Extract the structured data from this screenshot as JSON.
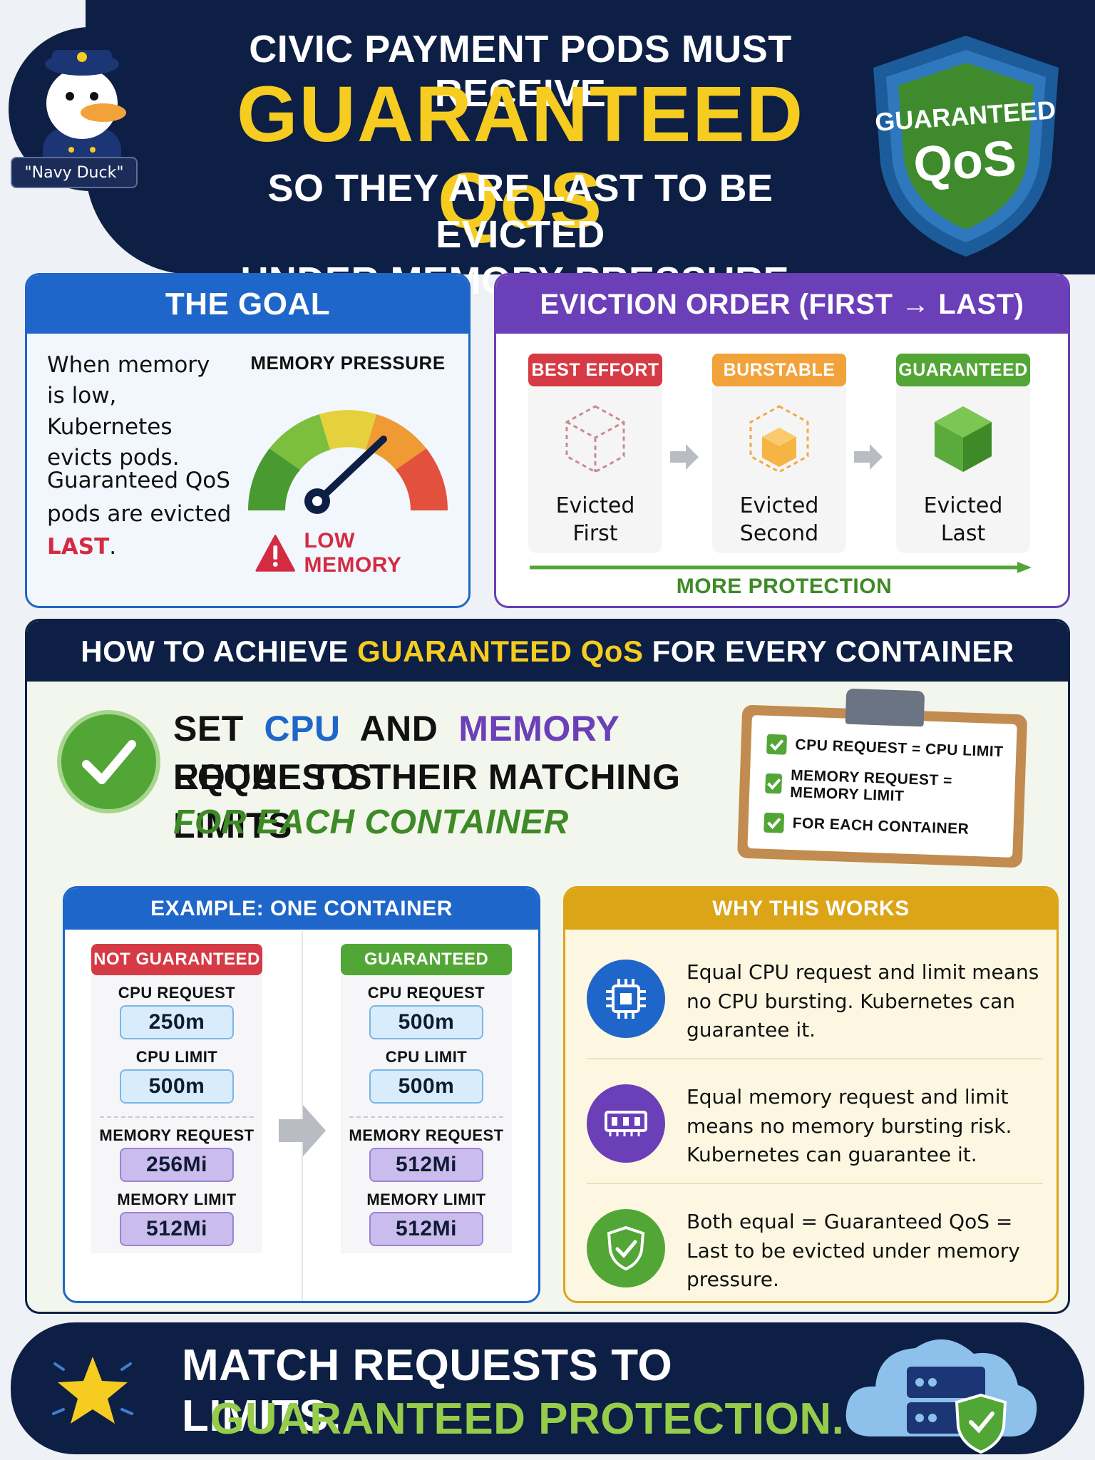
{
  "header": {
    "mascot_label": "\"Navy Duck\"",
    "title_line1": "CIVIC PAYMENT PODS MUST RECEIVE",
    "title_line2": "GUARANTEED QoS",
    "title_line3": "SO THEY ARE LAST TO BE EVICTED",
    "title_line4": "UNDER MEMORY PRESSURE.",
    "shield_line1": "GUARANTEED",
    "shield_line2": "QoS"
  },
  "goal": {
    "title": "THE GOAL",
    "text1": "When memory is low, Kubernetes evicts pods.",
    "text2_prefix": "Guaranteed QoS pods are evicted ",
    "text2_emph": "LAST",
    "text2_suffix": ".",
    "gauge_title": "MEMORY PRESSURE",
    "alert": "LOW MEMORY"
  },
  "eviction": {
    "title": "EVICTION ORDER (FIRST → LAST)",
    "columns": [
      {
        "badge": "BEST EFFORT",
        "label1": "Evicted",
        "label2": "First",
        "color": "#d63a45"
      },
      {
        "badge": "BURSTABLE",
        "label1": "Evicted",
        "label2": "Second",
        "color": "#f2a23a"
      },
      {
        "badge": "GUARANTEED",
        "label1": "Evicted",
        "label2": "Last",
        "color": "#52a636"
      }
    ],
    "protection": "MORE PROTECTION"
  },
  "howto": {
    "title_prefix": "HOW TO ACHIEVE ",
    "title_emph": "GUARANTEED QoS",
    "title_suffix": " FOR EVERY CONTAINER",
    "rule_set": "SET ",
    "rule_cpu": "CPU",
    "rule_and": " AND ",
    "rule_memory": "MEMORY",
    "rule_requests": " REQUESTS",
    "rule_line2": "EQUAL TO THEIR MATCHING LIMITS",
    "rule_line3": "FOR EACH CONTAINER",
    "checklist": [
      "CPU REQUEST = CPU LIMIT",
      "MEMORY REQUEST = MEMORY LIMIT",
      "FOR EACH CONTAINER"
    ]
  },
  "example": {
    "title": "EXAMPLE: ONE CONTAINER",
    "not_guaranteed": {
      "badge": "NOT GUARANTEED",
      "cpu_request_label": "CPU REQUEST",
      "cpu_request": "250m",
      "cpu_limit_label": "CPU LIMIT",
      "cpu_limit": "500m",
      "mem_request_label": "MEMORY REQUEST",
      "mem_request": "256Mi",
      "mem_limit_label": "MEMORY LIMIT",
      "mem_limit": "512Mi"
    },
    "guaranteed": {
      "badge": "GUARANTEED",
      "cpu_request_label": "CPU REQUEST",
      "cpu_request": "500m",
      "cpu_limit_label": "CPU LIMIT",
      "cpu_limit": "500m",
      "mem_request_label": "MEMORY REQUEST",
      "mem_request": "512Mi",
      "mem_limit_label": "MEMORY LIMIT",
      "mem_limit": "512Mi"
    }
  },
  "why": {
    "title": "WHY THIS WORKS",
    "items": [
      {
        "icon": "cpu-chip-icon",
        "text": "Equal CPU request and limit means no CPU bursting. Kubernetes can guarantee it."
      },
      {
        "icon": "memory-module-icon",
        "text": "Equal memory request and limit means no memory bursting risk. Kubernetes can guarantee it."
      },
      {
        "icon": "shield-check-icon",
        "text": "Both equal = Guaranteed QoS = Last to be evicted under memory pressure."
      }
    ]
  },
  "footer": {
    "line1": "MATCH REQUESTS TO LIMITS.",
    "line2": "GUARANTEED PROTECTION."
  },
  "colors": {
    "navy": "#0d1f45",
    "yellow": "#f5cc1f",
    "blue": "#1e66c9",
    "purple": "#6b3fb8",
    "green": "#52a636",
    "red": "#d42b43",
    "gold": "#dca417"
  }
}
